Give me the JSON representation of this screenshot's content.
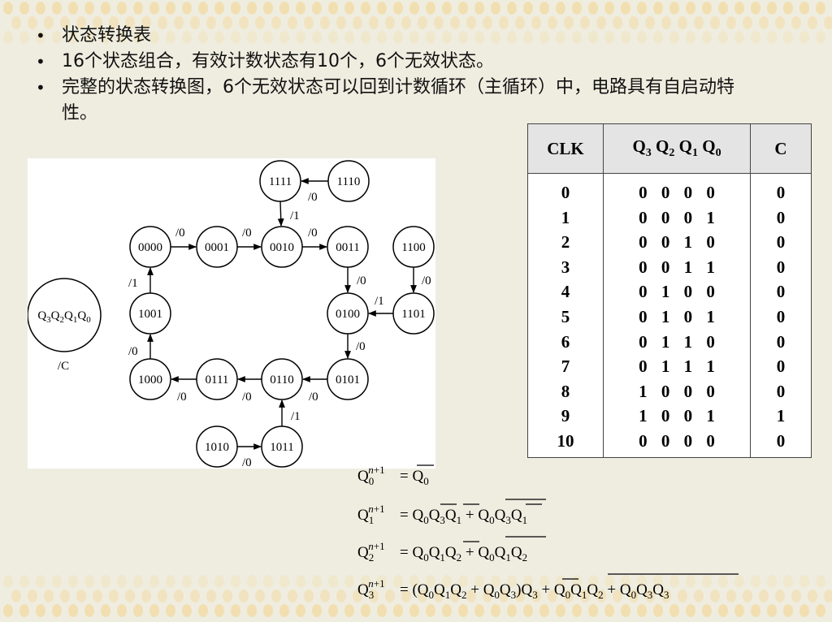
{
  "bullets": [
    "状态转换表",
    "16个状态组合，有效计数状态有10个，6个无效状态。",
    "完整的状态转换图，6个无效状态可以回到计数循环（主循环）中，电路具有自启动特性。"
  ],
  "diagram": {
    "legend_state": "Q3Q2Q1Q0",
    "legend_output": "/C",
    "states": [
      "0000",
      "0001",
      "0010",
      "0011",
      "0100",
      "0101",
      "0110",
      "0111",
      "1000",
      "1001",
      "1010",
      "1011",
      "1100",
      "1101",
      "1110",
      "1111"
    ],
    "transitions": [
      {
        "from": "0000",
        "to": "0001",
        "label": "/0"
      },
      {
        "from": "0001",
        "to": "0010",
        "label": "/0"
      },
      {
        "from": "0010",
        "to": "0011",
        "label": "/0"
      },
      {
        "from": "0011",
        "to": "0100",
        "label": "/0"
      },
      {
        "from": "0100",
        "to": "0101",
        "label": "/0"
      },
      {
        "from": "0101",
        "to": "0110",
        "label": "/0"
      },
      {
        "from": "0110",
        "to": "0111",
        "label": "/0"
      },
      {
        "from": "0111",
        "to": "1000",
        "label": "/0"
      },
      {
        "from": "1000",
        "to": "1001",
        "label": "/0"
      },
      {
        "from": "1001",
        "to": "0000",
        "label": "/1"
      },
      {
        "from": "1110",
        "to": "1111",
        "label": "/0"
      },
      {
        "from": "1111",
        "to": "0010",
        "label": "/1"
      },
      {
        "from": "1100",
        "to": "1101",
        "label": "/0"
      },
      {
        "from": "1101",
        "to": "0100",
        "label": "/1"
      },
      {
        "from": "1010",
        "to": "1011",
        "label": "/0"
      },
      {
        "from": "1011",
        "to": "0110",
        "label": "/1"
      }
    ]
  },
  "table": {
    "headers": [
      "CLK",
      "Q3 Q2 Q1 Q0",
      "C"
    ],
    "rows": [
      [
        "0",
        "0 0 0 0",
        "0"
      ],
      [
        "1",
        "0 0 0 1",
        "0"
      ],
      [
        "2",
        "0 0 1 0",
        "0"
      ],
      [
        "3",
        "0 0 1 1",
        "0"
      ],
      [
        "4",
        "0 1 0 0",
        "0"
      ],
      [
        "5",
        "0 1 0 1",
        "0"
      ],
      [
        "6",
        "0 1 1 0",
        "0"
      ],
      [
        "7",
        "0 1 1 1",
        "0"
      ],
      [
        "8",
        "1 0 0 0",
        "0"
      ],
      [
        "9",
        "1 0 0 1",
        "1"
      ],
      [
        "10",
        "0 0 0 0",
        "0"
      ]
    ]
  },
  "equations": [
    "Q0^(n+1) = Q̄0",
    "Q1^(n+1) = Q0·Q̄3·Q̄1 + ¬(Q0·Q̄3)·Q1",
    "Q2^(n+1) = Q0·Q1·Q̄2 + ¬(Q0·Q1)·Q2",
    "Q3^(n+1) = (Q0·Q1·Q2 + Q0·Q3)·Q̄3 + ¬(Q0·Q1·Q2 + Q0·Q3)·Q3"
  ],
  "colors": {
    "background": "#efede0",
    "dots": "#f4d48a",
    "table_header": "#e4e4e4"
  }
}
